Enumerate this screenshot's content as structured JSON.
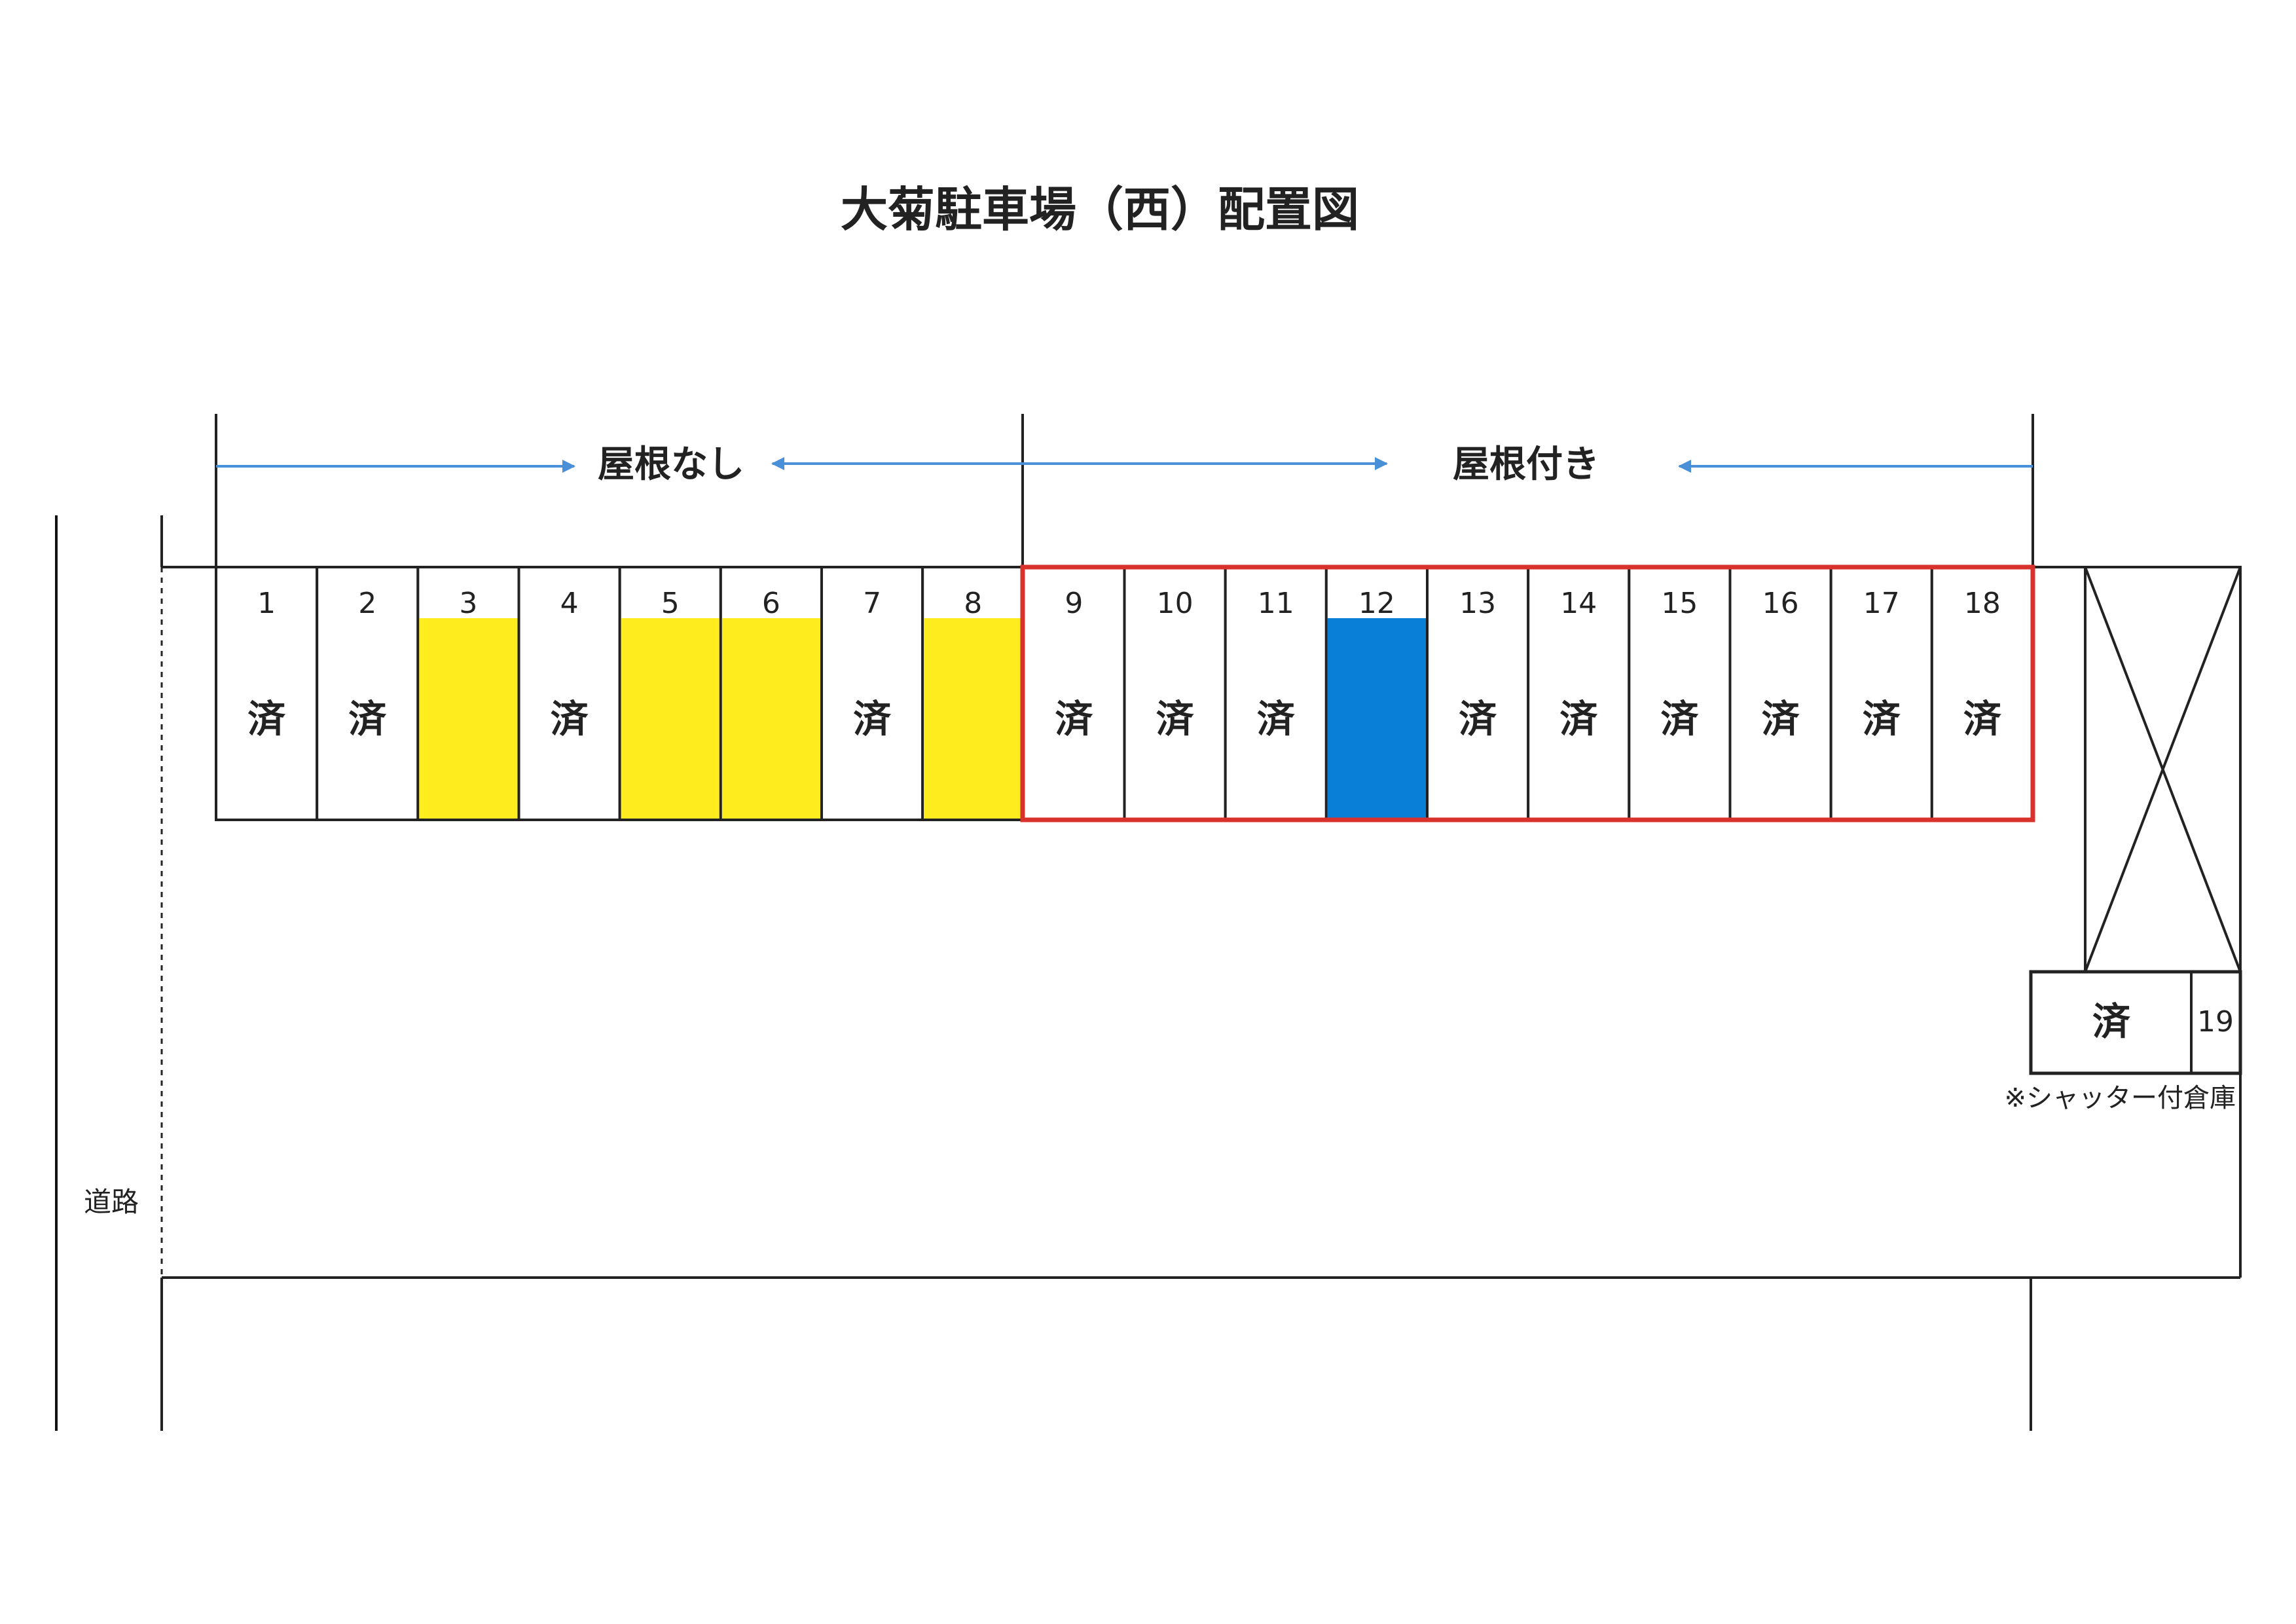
{
  "title": "大菊駐車場（西）配置図",
  "sections": {
    "no_roof": "屋根なし",
    "roofed": "屋根付き"
  },
  "road_label": "道路",
  "taken_mark": "済",
  "colors": {
    "available_uncovered": "#FFEC1E",
    "available_covered": "#0A7FD8",
    "roofed_outline": "#D9312B",
    "arrow": "#4A90D9"
  },
  "slots": [
    {
      "number": "1",
      "status": "taken"
    },
    {
      "number": "2",
      "status": "taken"
    },
    {
      "number": "3",
      "status": "available"
    },
    {
      "number": "4",
      "status": "taken"
    },
    {
      "number": "5",
      "status": "available"
    },
    {
      "number": "6",
      "status": "available"
    },
    {
      "number": "7",
      "status": "taken"
    },
    {
      "number": "8",
      "status": "available"
    },
    {
      "number": "9",
      "status": "taken"
    },
    {
      "number": "10",
      "status": "taken"
    },
    {
      "number": "11",
      "status": "taken"
    },
    {
      "number": "12",
      "status": "available"
    },
    {
      "number": "13",
      "status": "taken"
    },
    {
      "number": "14",
      "status": "taken"
    },
    {
      "number": "15",
      "status": "taken"
    },
    {
      "number": "16",
      "status": "taken"
    },
    {
      "number": "17",
      "status": "taken"
    },
    {
      "number": "18",
      "status": "taken"
    }
  ],
  "warehouse": {
    "number": "19",
    "status": "taken",
    "note": "※シャッター付倉庫"
  }
}
